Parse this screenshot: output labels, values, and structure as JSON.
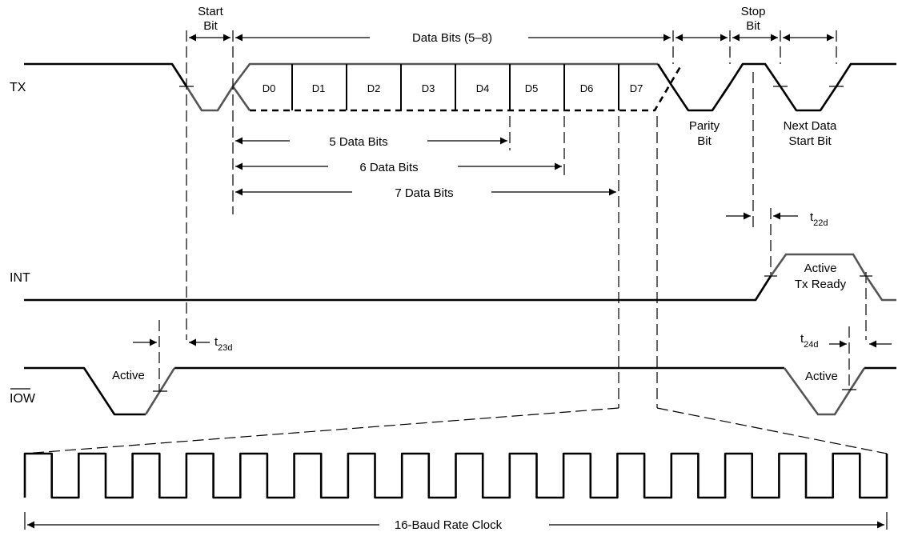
{
  "labels": {
    "tx": "TX",
    "int": "INT",
    "iow": "IOW",
    "start_bit_1": "Start",
    "start_bit_2": "Bit",
    "data_bits": "Data Bits (5–8)",
    "stop_bit_1": "Stop",
    "stop_bit_2": "Bit",
    "parity_1": "Parity",
    "parity_2": "Bit",
    "next_data_1": "Next Data",
    "next_data_2": "Start Bit",
    "five_bits": "5 Data Bits",
    "six_bits": "6 Data Bits",
    "seven_bits": "7 Data Bits",
    "t22": "t",
    "t22_sub": "22d",
    "t23": "t",
    "t23_sub": "23d",
    "t24": "t",
    "t24_sub": "24d",
    "active_tx_1": "Active",
    "active_tx_2": "Tx Ready",
    "active_iow_left": "Active",
    "active_iow_right": "Active",
    "clock": "16-Baud Rate Clock"
  },
  "bits": [
    "D0",
    "D1",
    "D2",
    "D3",
    "D4",
    "D5",
    "D6",
    "D7"
  ]
}
